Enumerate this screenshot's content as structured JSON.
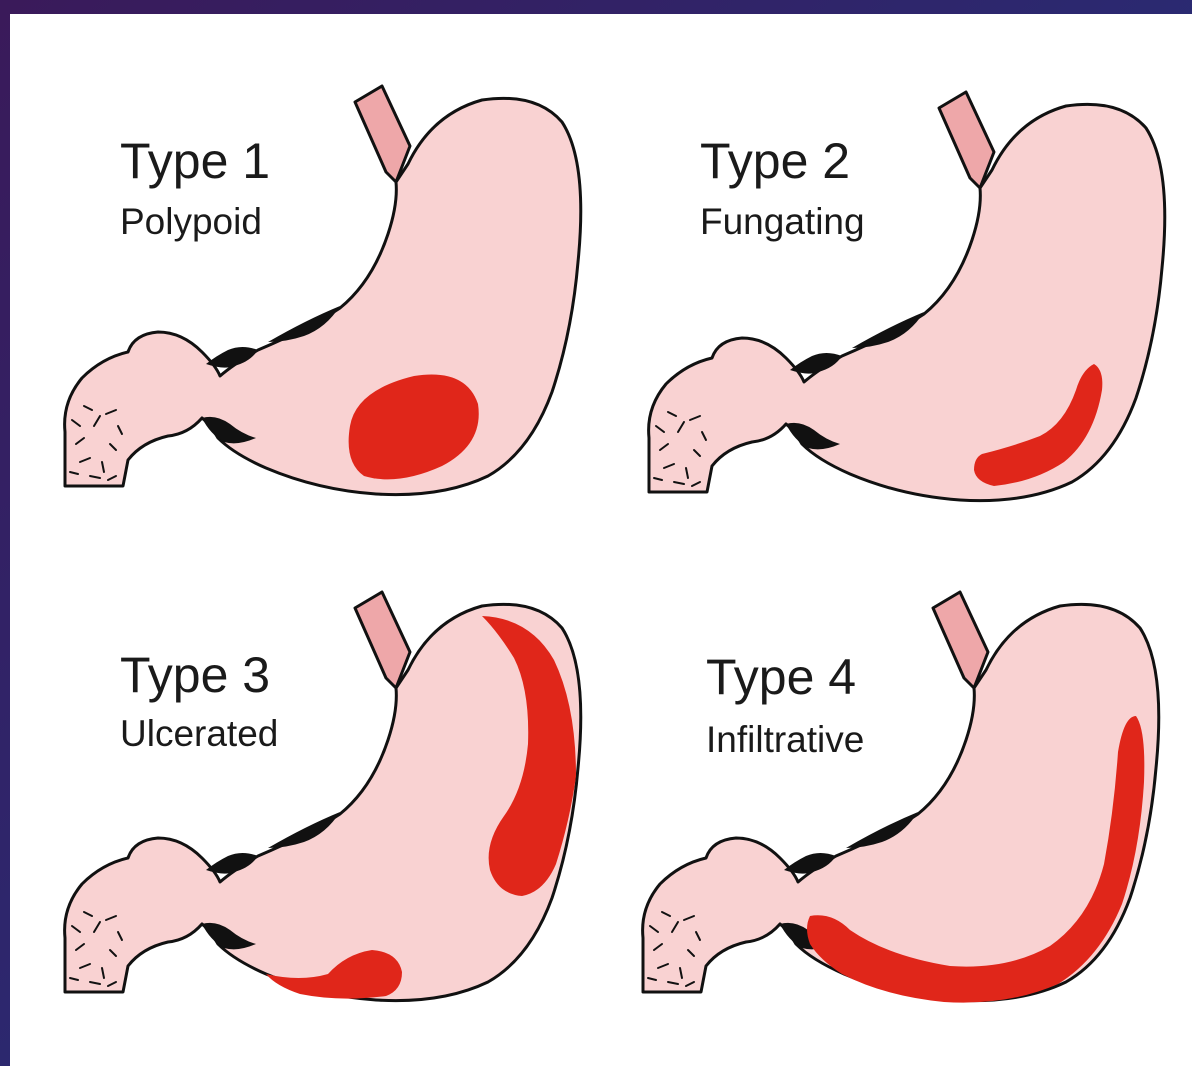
{
  "diagram": {
    "panels": [
      {
        "type_label": "Type 1",
        "description": "Polypoid"
      },
      {
        "type_label": "Type 2",
        "description": "Fungating"
      },
      {
        "type_label": "Type 3",
        "description": "Ulcerated"
      },
      {
        "type_label": "Type 4",
        "description": "Infiltrative"
      }
    ]
  },
  "colors": {
    "stomach_fill": "#f9d2d2",
    "tumor": "#e0261a",
    "esophagus": "#eea7a9",
    "outline": "#111111",
    "background_panel": "#ffffff",
    "slide_background": "#2a2a72"
  }
}
